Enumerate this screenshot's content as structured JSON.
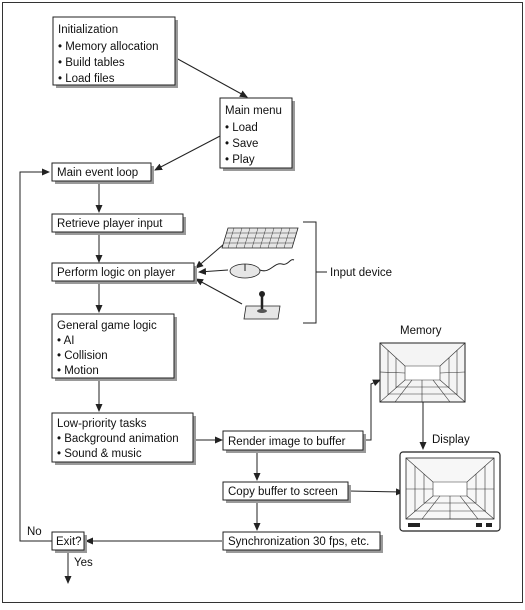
{
  "nodes": {
    "init": {
      "title": "Initialization",
      "items": [
        "• Memory allocation",
        "• Build tables",
        "• Load files"
      ]
    },
    "main_menu": {
      "title": "Main menu",
      "items": [
        "• Load",
        "• Save",
        "• Play"
      ]
    },
    "event_loop": {
      "title": "Main event loop"
    },
    "retrieve_input": {
      "title": "Retrieve player input"
    },
    "player_logic": {
      "title": "Perform logic on player"
    },
    "game_logic": {
      "title": "General game logic",
      "items": [
        "• AI",
        "• Collision",
        "• Motion"
      ]
    },
    "low_priority": {
      "title": "Low-priority tasks",
      "items": [
        "• Background animation",
        "• Sound & music"
      ]
    },
    "render": {
      "title": "Render image to buffer"
    },
    "copy": {
      "title": "Copy buffer to screen"
    },
    "sync": {
      "title": "Synchronization 30 fps, etc."
    },
    "exit": {
      "title": "Exit?"
    }
  },
  "labels": {
    "input_device": "Input device",
    "memory": "Memory",
    "display": "Display",
    "no": "No",
    "yes": "Yes"
  },
  "colors": {
    "line": "#222222",
    "box_fill": "#ffffff",
    "shadow": "#9a9a9a"
  },
  "icons": [
    "keyboard-icon",
    "mouse-icon",
    "joystick-icon",
    "memory-buffer-icon",
    "display-monitor-icon"
  ]
}
